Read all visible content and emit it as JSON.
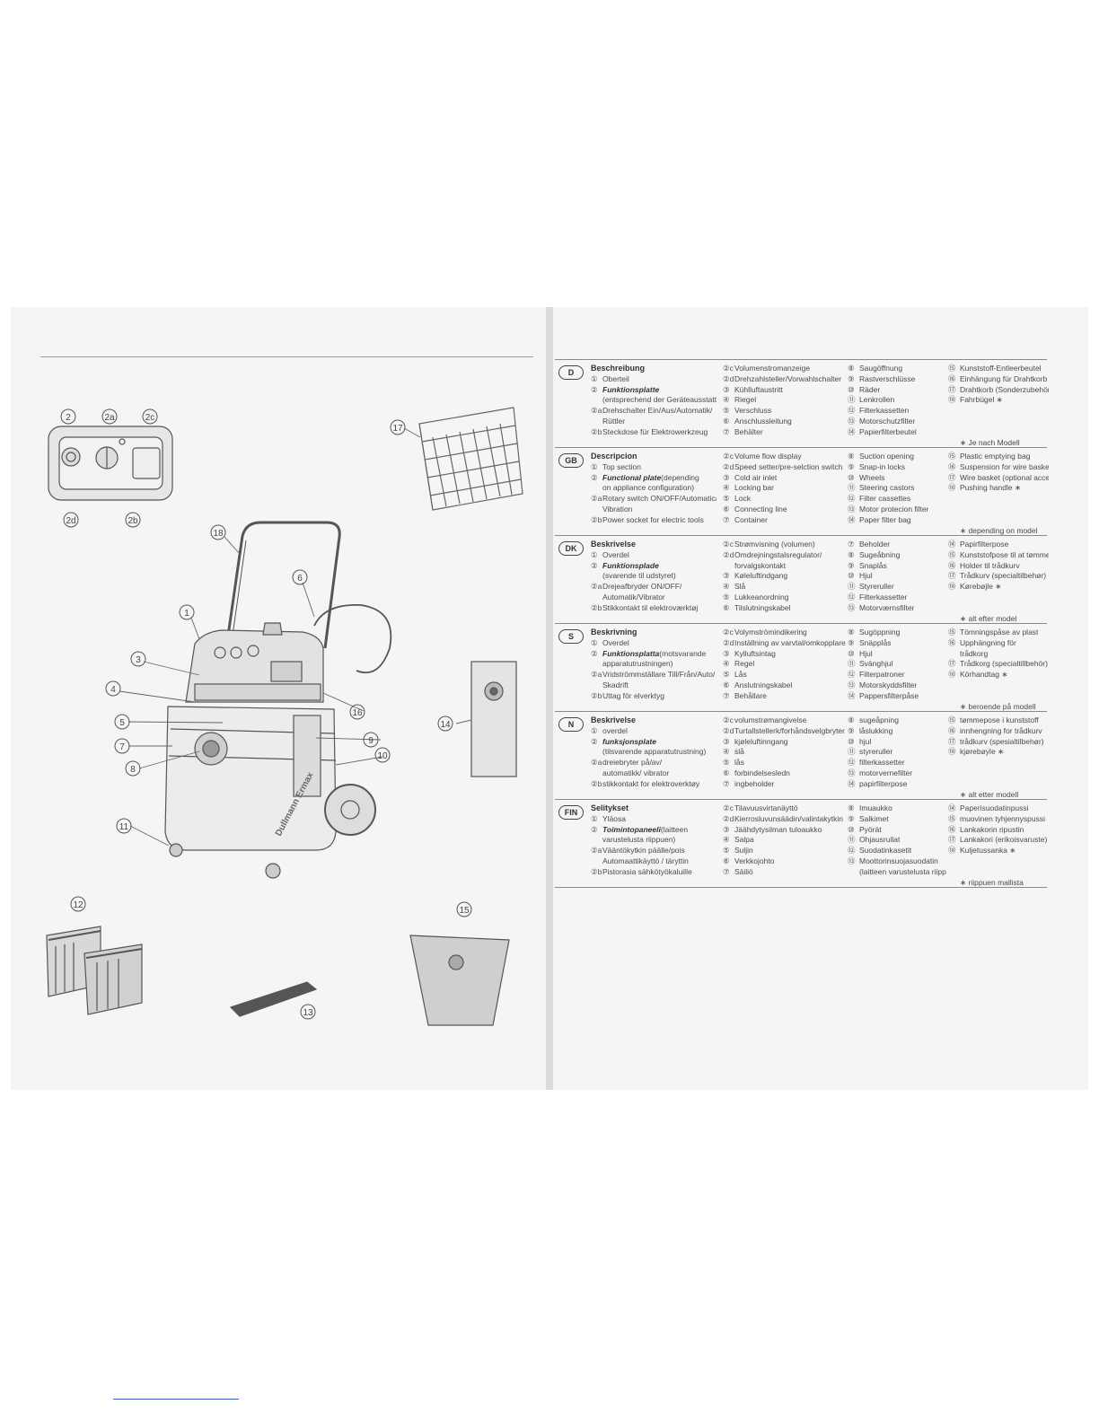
{
  "callouts": [
    "2",
    "2a",
    "2c",
    "2d",
    "2b",
    "17",
    "18",
    "6",
    "1",
    "3",
    "4",
    "5",
    "7",
    "8",
    "9",
    "10",
    "16",
    "14",
    "11",
    "12",
    "15",
    "13"
  ],
  "brand_text": "Dullmann Ermax",
  "sections": [
    {
      "code": "D",
      "heading": "Beschreibung",
      "col1": [
        {
          "n": "①",
          "t": "Oberteil"
        },
        {
          "n": "②",
          "t": "Funktionsplatte",
          "em": true
        },
        {
          "n": "",
          "t": "(entsprechend der Geräteausstattung)"
        },
        {
          "n": "②a",
          "t": "Drehschalter Ein/Aus/Automatik/"
        },
        {
          "n": "",
          "t": "Rüttler"
        },
        {
          "n": "②b",
          "t": "Steckdose für Elektrowerkzeug"
        }
      ],
      "col2": [
        {
          "n": "②c",
          "t": "Volumenstromanzeige"
        },
        {
          "n": "②d",
          "t": "Drehzahlsteller/Vorwahlschalter"
        },
        {
          "n": "③",
          "t": "Kühlluftaustritt"
        },
        {
          "n": "④",
          "t": "Riegel"
        },
        {
          "n": "⑤",
          "t": "Verschluss"
        },
        {
          "n": "⑥",
          "t": "Anschlussleitung"
        },
        {
          "n": "⑦",
          "t": "Behälter"
        }
      ],
      "col3": [
        {
          "n": "⑧",
          "t": "Saugöffnung"
        },
        {
          "n": "⑨",
          "t": "Rastverschlüsse"
        },
        {
          "n": "⑩",
          "t": "Räder"
        },
        {
          "n": "⑪",
          "t": "Lenkrollen"
        },
        {
          "n": "⑫",
          "t": "Filterkassetten"
        },
        {
          "n": "⑬",
          "t": "Motorschutzfilter"
        },
        {
          "n": "⑭",
          "t": "Papierfilterbeutel"
        }
      ],
      "col4": [
        {
          "n": "⑮",
          "t": "Kunststoff-Entleerbeutel"
        },
        {
          "n": "⑯",
          "t": "Einhängung für Drahtkorb"
        },
        {
          "n": "⑰",
          "t": "Drahtkorb (Sonderzubehör)"
        },
        {
          "n": "⑱",
          "t": "Fahrbügel ∗"
        }
      ],
      "note": "∗ Je nach Modell"
    },
    {
      "code": "GB",
      "heading": "Descripcion",
      "col1": [
        {
          "n": "①",
          "t": "Top section"
        },
        {
          "n": "②",
          "t": "Functional plate",
          "em": true,
          "extra": " (depending"
        },
        {
          "n": "",
          "t": "on appliance configuration)"
        },
        {
          "n": "②a",
          "t": "Rotary switch ON/OFF/Automatic/"
        },
        {
          "n": "",
          "t": "Vibration"
        },
        {
          "n": "②b",
          "t": "Power socket for electric tools"
        }
      ],
      "col2": [
        {
          "n": "②c",
          "t": "Volume flow display"
        },
        {
          "n": "②d",
          "t": "Speed setter/pre-selction switch"
        },
        {
          "n": "③",
          "t": "Cold air inlet"
        },
        {
          "n": "④",
          "t": "Locking bar"
        },
        {
          "n": "⑤",
          "t": "Lock"
        },
        {
          "n": "⑥",
          "t": "Connecting line"
        },
        {
          "n": "⑦",
          "t": "Container"
        }
      ],
      "col3": [
        {
          "n": "⑧",
          "t": "Suction opening"
        },
        {
          "n": "⑨",
          "t": "Snap-in locks"
        },
        {
          "n": "⑩",
          "t": "Wheels"
        },
        {
          "n": "⑪",
          "t": "Steering castors"
        },
        {
          "n": "⑫",
          "t": "Filter cassettes"
        },
        {
          "n": "⑬",
          "t": "Motor protecion filter"
        },
        {
          "n": "⑭",
          "t": "Paper filter bag"
        }
      ],
      "col4": [
        {
          "n": "⑮",
          "t": "Plastic emptying bag"
        },
        {
          "n": "⑯",
          "t": "Suspension for wire basket"
        },
        {
          "n": "⑰",
          "t": "Wire basket (optional accessory)"
        },
        {
          "n": "⑱",
          "t": "Pushing handle ∗"
        }
      ],
      "note": "∗ depending on model"
    },
    {
      "code": "DK",
      "heading": "Beskrivelse",
      "col1": [
        {
          "n": "①",
          "t": "Overdel"
        },
        {
          "n": "②",
          "t": "Funktionsplade",
          "em": true
        },
        {
          "n": "",
          "t": "(svarende til udstyret)"
        },
        {
          "n": "②a",
          "t": "Drejeafbryder ON/OFF/"
        },
        {
          "n": "",
          "t": "Automatik/Vibrator"
        },
        {
          "n": "②b",
          "t": "Stikkontakt til elektroværktøj"
        }
      ],
      "col2": [
        {
          "n": "②c",
          "t": "Strømvisning (volumen)"
        },
        {
          "n": "②d",
          "t": "Omdrejningstalsregulator/"
        },
        {
          "n": "",
          "t": "forvalgskontakt"
        },
        {
          "n": "③",
          "t": "Køleluftindgang"
        },
        {
          "n": "④",
          "t": "Slå"
        },
        {
          "n": "⑤",
          "t": "Lukkeanordning"
        },
        {
          "n": "⑥",
          "t": "Tilslutningskabel"
        }
      ],
      "col3": [
        {
          "n": "⑦",
          "t": "Beholder"
        },
        {
          "n": "⑧",
          "t": "Sugeåbning"
        },
        {
          "n": "⑨",
          "t": "Snaplås"
        },
        {
          "n": "⑩",
          "t": "Hjul"
        },
        {
          "n": "⑪",
          "t": "Styreruller"
        },
        {
          "n": "⑫",
          "t": "Filterkassetter"
        },
        {
          "n": "⑬",
          "t": "Motorværnsfilter"
        }
      ],
      "col4": [
        {
          "n": "⑭",
          "t": "Papirfilterpose"
        },
        {
          "n": "⑮",
          "t": "Kunststofpose til at tømme"
        },
        {
          "n": "⑯",
          "t": "Holder til trådkurv"
        },
        {
          "n": "⑰",
          "t": "Trådkurv (specialtilbehør)"
        },
        {
          "n": "⑱",
          "t": "Kørebøjle ∗"
        }
      ],
      "note": "∗ alt efter model"
    },
    {
      "code": "S",
      "heading": "Beskrivning",
      "col1": [
        {
          "n": "①",
          "t": "Overdel"
        },
        {
          "n": "②",
          "t": "Funktionsplatta",
          "em": true,
          "extra": " (motsvarande"
        },
        {
          "n": "",
          "t": "apparatutrustningen)"
        },
        {
          "n": "②a",
          "t": "Vridströmmställare Till/Från/Auto/"
        },
        {
          "n": "",
          "t": "Skadrift"
        },
        {
          "n": "②b",
          "t": "Uttag för elverktyg"
        }
      ],
      "col2": [
        {
          "n": "②c",
          "t": "Volymströmindikering"
        },
        {
          "n": "②d",
          "t": "Inställning av varvtal/omkopplare"
        },
        {
          "n": "③",
          "t": "Kylluftsintag"
        },
        {
          "n": "④",
          "t": "Regel"
        },
        {
          "n": "⑤",
          "t": "Lås"
        },
        {
          "n": "⑥",
          "t": "Anslutningskabel"
        },
        {
          "n": "⑦",
          "t": "Behållare"
        }
      ],
      "col3": [
        {
          "n": "⑧",
          "t": "Sugöppning"
        },
        {
          "n": "⑨",
          "t": "Snäpplås"
        },
        {
          "n": "⑩",
          "t": "Hjul"
        },
        {
          "n": "⑪",
          "t": "Svänghjul"
        },
        {
          "n": "⑫",
          "t": "Filterpatroner"
        },
        {
          "n": "⑬",
          "t": "Motorskyddsfilter"
        },
        {
          "n": "⑭",
          "t": "Pappersfilterpåse"
        }
      ],
      "col4": [
        {
          "n": "⑮",
          "t": "Tömningspåse av plast"
        },
        {
          "n": "⑯",
          "t": "Upphängning för"
        },
        {
          "n": "",
          "t": "trådkorg"
        },
        {
          "n": "⑰",
          "t": "Trådkorg (specialtillbehör)"
        },
        {
          "n": "⑱",
          "t": "Körhandtag ∗"
        }
      ],
      "note": "∗ beroende på modell"
    },
    {
      "code": "N",
      "heading": "Beskrivelse",
      "col1": [
        {
          "n": "①",
          "t": "overdel"
        },
        {
          "n": "②",
          "t": "funksjonsplate",
          "em": true
        },
        {
          "n": "",
          "t": "(tilsvarende apparatutrustning)"
        },
        {
          "n": "②a",
          "t": "dreiebryter på/av/"
        },
        {
          "n": "",
          "t": "automatikk/ vibrator"
        },
        {
          "n": "②b",
          "t": "stikkontakt for elektroverktøy"
        }
      ],
      "col2": [
        {
          "n": "②c",
          "t": "volumstrømangivelse"
        },
        {
          "n": "②d",
          "t": "Turtallstellerk/forhåndsvelgbryter"
        },
        {
          "n": "③",
          "t": "kjøleluftinngang"
        },
        {
          "n": "④",
          "t": "slå"
        },
        {
          "n": "⑤",
          "t": "lås"
        },
        {
          "n": "⑥",
          "t": "forbindelsesledn"
        },
        {
          "n": "⑦",
          "t": "ingbeholder"
        }
      ],
      "col3": [
        {
          "n": "⑧",
          "t": "sugeåpning"
        },
        {
          "n": "⑨",
          "t": "låslukking"
        },
        {
          "n": "⑩",
          "t": "hjul"
        },
        {
          "n": "⑪",
          "t": "styreruller"
        },
        {
          "n": "⑫",
          "t": "filterkassetter"
        },
        {
          "n": "⑬",
          "t": "motorvernefilter"
        },
        {
          "n": "⑭",
          "t": "papirfilterpose"
        }
      ],
      "col4": [
        {
          "n": "⑮",
          "t": "tømmepose i kunststoff"
        },
        {
          "n": "⑯",
          "t": "innhengning for trådkurv"
        },
        {
          "n": "⑰",
          "t": "trådkurv (spesialtilbehør)"
        },
        {
          "n": "⑱",
          "t": "kjørebøyle ∗"
        }
      ],
      "note": "∗ alt etter modell"
    },
    {
      "code": "FIN",
      "heading": "Selitykset",
      "col1": [
        {
          "n": "①",
          "t": "Yläosa"
        },
        {
          "n": "②",
          "t": "Toimintopaneeli",
          "em": true,
          "extra": " (laitteen"
        },
        {
          "n": "",
          "t": "varustelusta riippuen)"
        },
        {
          "n": "②a",
          "t": "Vääntökytkin päälle/pois"
        },
        {
          "n": "",
          "t": "Automaattikäyttö / täryttin"
        },
        {
          "n": "②b",
          "t": "Pistorasia sähkötyökaluille"
        }
      ],
      "col2": [
        {
          "n": "②c",
          "t": "Tilavuusvirtanäyttö"
        },
        {
          "n": "②d",
          "t": "Kierrosluvunsäädin/valintakytkin"
        },
        {
          "n": "③",
          "t": "Jäähdytysilman tuloaukko"
        },
        {
          "n": "④",
          "t": "Salpa"
        },
        {
          "n": "⑤",
          "t": "Suljin"
        },
        {
          "n": "⑥",
          "t": "Verkkojohto"
        },
        {
          "n": "⑦",
          "t": "Säiliö"
        }
      ],
      "col3": [
        {
          "n": "⑧",
          "t": "Imuaukko"
        },
        {
          "n": "⑨",
          "t": "Salkimet"
        },
        {
          "n": "⑩",
          "t": "Pyörät"
        },
        {
          "n": "⑪",
          "t": "Ohjausrullat"
        },
        {
          "n": "⑫",
          "t": "Suodatinkasetit"
        },
        {
          "n": "⑬",
          "t": "Moottorinsuojasuodatin"
        },
        {
          "n": "",
          "t": "(laitteen varustelusta riippuen)"
        }
      ],
      "col4": [
        {
          "n": "⑭",
          "t": "Paperisuodatinpussi"
        },
        {
          "n": "⑮",
          "t": "muovinen tyhjennyspussi"
        },
        {
          "n": "⑯",
          "t": "Lankakorin ripustin"
        },
        {
          "n": "⑰",
          "t": "Lankakori (erikoisvaruste)"
        },
        {
          "n": "⑱",
          "t": "Kuljetussanka ∗"
        }
      ],
      "note": "∗ riippuen mallista"
    }
  ]
}
